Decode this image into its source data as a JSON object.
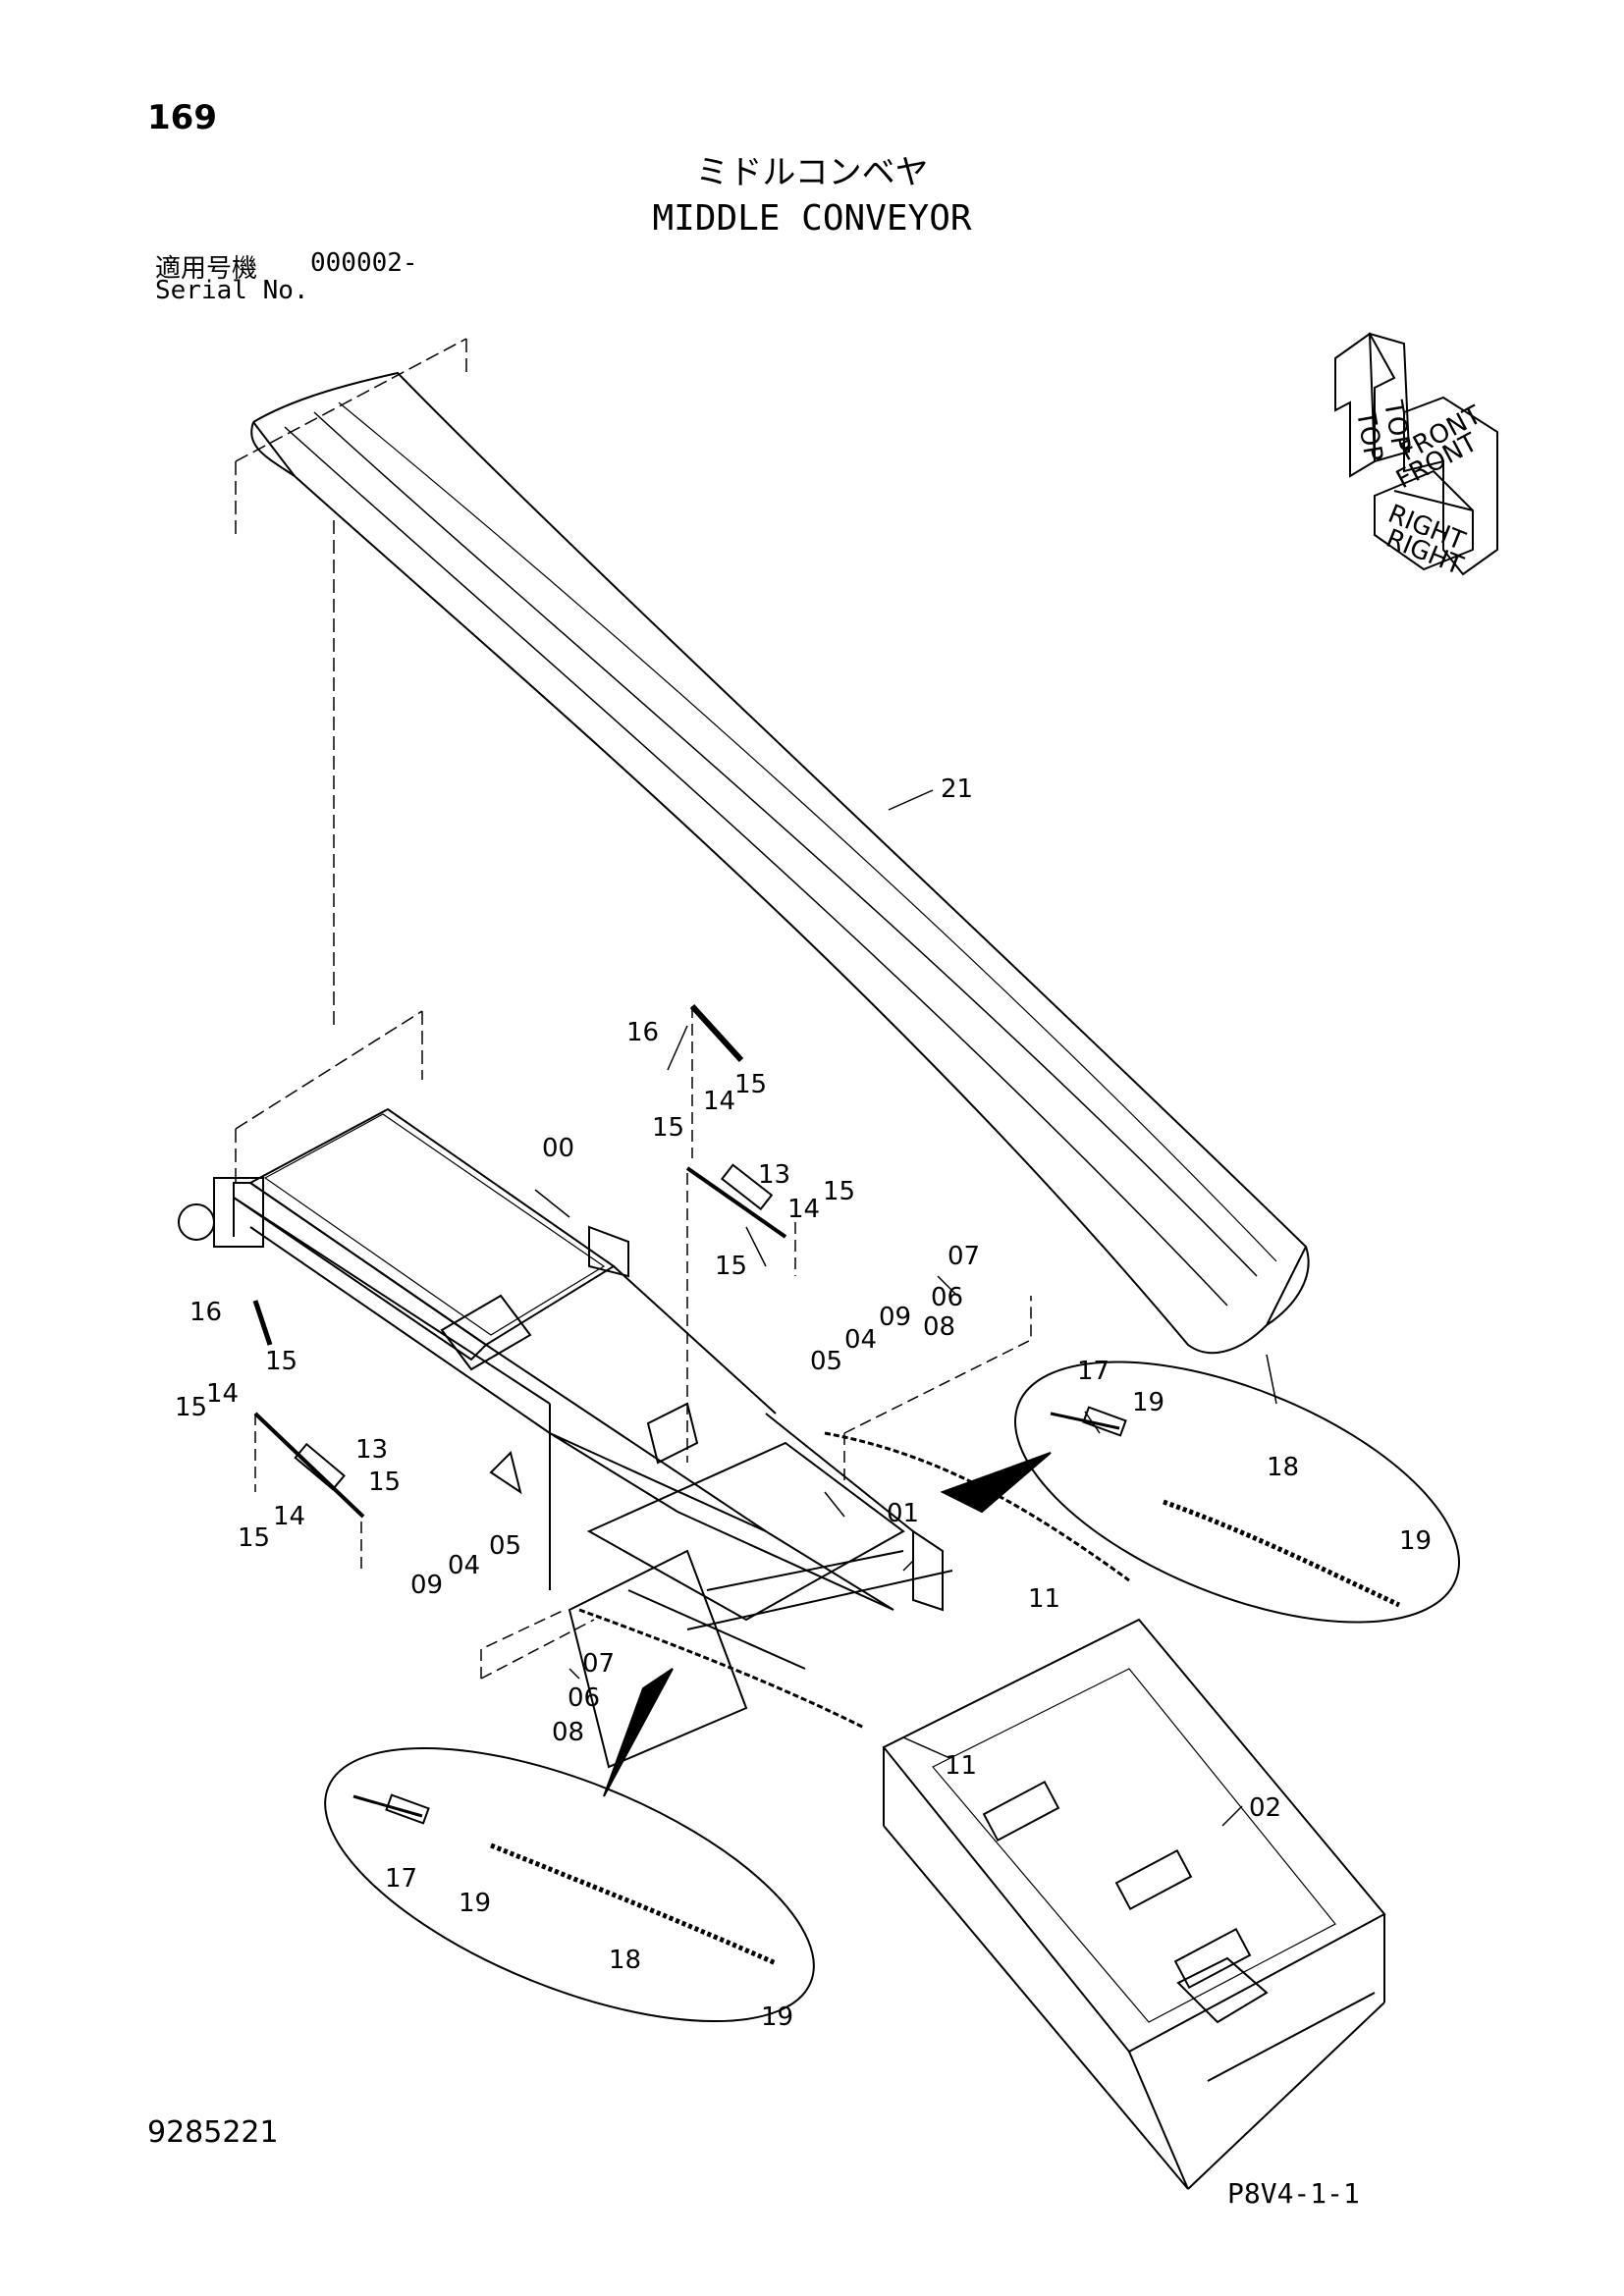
{
  "header": {
    "page_number": "169",
    "title_jp": "ミドルコンベヤ",
    "title_en": "MIDDLE CONVEYOR",
    "serial_label_jp": "適用号機",
    "serial_value": "000002-",
    "serial_label_en": "Serial No."
  },
  "orientation_marker": {
    "labels": [
      "TOP",
      "FRONT",
      "RIGHT"
    ]
  },
  "callouts": [
    {
      "id": "c21",
      "label": "21"
    },
    {
      "id": "c16a",
      "label": "16"
    },
    {
      "id": "c14a",
      "label": "14"
    },
    {
      "id": "c15a",
      "label": "15"
    },
    {
      "id": "c15b",
      "label": "15"
    },
    {
      "id": "c00",
      "label": "00"
    },
    {
      "id": "c13a",
      "label": "13"
    },
    {
      "id": "c14b",
      "label": "14"
    },
    {
      "id": "c15c",
      "label": "15"
    },
    {
      "id": "c15d",
      "label": "15"
    },
    {
      "id": "c07a",
      "label": "07"
    },
    {
      "id": "c06a",
      "label": "06"
    },
    {
      "id": "c09a",
      "label": "09"
    },
    {
      "id": "c08a",
      "label": "08"
    },
    {
      "id": "c05a",
      "label": "05"
    },
    {
      "id": "c04a",
      "label": "04"
    },
    {
      "id": "c16b",
      "label": "16"
    },
    {
      "id": "c15e",
      "label": "15"
    },
    {
      "id": "c15f",
      "label": "15"
    },
    {
      "id": "c14c",
      "label": "14"
    },
    {
      "id": "c13b",
      "label": "13"
    },
    {
      "id": "c15g",
      "label": "15"
    },
    {
      "id": "c14d",
      "label": "14"
    },
    {
      "id": "c15h",
      "label": "15"
    },
    {
      "id": "c17a",
      "label": "17"
    },
    {
      "id": "c19a",
      "label": "19"
    },
    {
      "id": "c18a",
      "label": "18"
    },
    {
      "id": "c19b",
      "label": "19"
    },
    {
      "id": "c01",
      "label": "01"
    },
    {
      "id": "c09b",
      "label": "09"
    },
    {
      "id": "c04b",
      "label": "04"
    },
    {
      "id": "c05b",
      "label": "05"
    },
    {
      "id": "c11a",
      "label": "11"
    },
    {
      "id": "c07b",
      "label": "07"
    },
    {
      "id": "c06b",
      "label": "06"
    },
    {
      "id": "c08b",
      "label": "08"
    },
    {
      "id": "c11b",
      "label": "11"
    },
    {
      "id": "c02",
      "label": "02"
    },
    {
      "id": "c17b",
      "label": "17"
    },
    {
      "id": "c19c",
      "label": "19"
    },
    {
      "id": "c18b",
      "label": "18"
    },
    {
      "id": "c19d",
      "label": "19"
    }
  ],
  "footer": {
    "doc_number": "9285221",
    "figure_code": "P8V4-1-1"
  }
}
